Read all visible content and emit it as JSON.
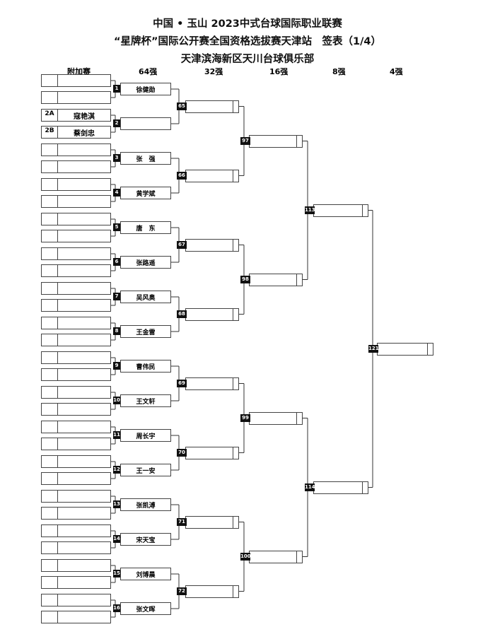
{
  "header": {
    "line1": "中国 • 玉山 2023中式台球国际职业联赛",
    "line2": "“星牌杯”国际公开赛全国资格选拔赛天津站　签表（1/4）",
    "line3": "天津滨海新区天川台球俱乐部"
  },
  "columns": [
    "附加赛",
    "64强",
    "32强",
    "16强",
    "8强",
    "4强"
  ],
  "playin": [
    {
      "code": "",
      "name": ""
    },
    {
      "code": "",
      "name": ""
    },
    {
      "code": "2A",
      "name": "寇艳淇"
    },
    {
      "code": "2B",
      "name": "蔡剑忠"
    },
    {
      "code": "",
      "name": ""
    },
    {
      "code": "",
      "name": ""
    },
    {
      "code": "",
      "name": ""
    },
    {
      "code": "",
      "name": ""
    },
    {
      "code": "",
      "name": ""
    },
    {
      "code": "",
      "name": ""
    },
    {
      "code": "",
      "name": ""
    },
    {
      "code": "",
      "name": ""
    },
    {
      "code": "",
      "name": ""
    },
    {
      "code": "",
      "name": ""
    },
    {
      "code": "",
      "name": ""
    },
    {
      "code": "",
      "name": ""
    },
    {
      "code": "",
      "name": ""
    },
    {
      "code": "",
      "name": ""
    },
    {
      "code": "",
      "name": ""
    },
    {
      "code": "",
      "name": ""
    },
    {
      "code": "",
      "name": ""
    },
    {
      "code": "",
      "name": ""
    },
    {
      "code": "",
      "name": ""
    },
    {
      "code": "",
      "name": ""
    },
    {
      "code": "",
      "name": ""
    },
    {
      "code": "",
      "name": ""
    },
    {
      "code": "",
      "name": ""
    },
    {
      "code": "",
      "name": ""
    },
    {
      "code": "",
      "name": ""
    },
    {
      "code": "",
      "name": ""
    },
    {
      "code": "",
      "name": ""
    },
    {
      "code": "",
      "name": ""
    }
  ],
  "r64": [
    {
      "num": "1",
      "name": "徐健勋"
    },
    {
      "num": "2",
      "name": ""
    },
    {
      "num": "3",
      "name": "张　强"
    },
    {
      "num": "4",
      "name": "黄学斌"
    },
    {
      "num": "5",
      "name": "唐　东"
    },
    {
      "num": "6",
      "name": "张路遥"
    },
    {
      "num": "7",
      "name": "吴风奥"
    },
    {
      "num": "8",
      "name": "王金雷"
    },
    {
      "num": "9",
      "name": "曹伟民"
    },
    {
      "num": "10",
      "name": "王文轩"
    },
    {
      "num": "11",
      "name": "周长宇"
    },
    {
      "num": "12",
      "name": "王一安"
    },
    {
      "num": "13",
      "name": "张凯溥"
    },
    {
      "num": "14",
      "name": "宋天宝"
    },
    {
      "num": "15",
      "name": "刘博晨"
    },
    {
      "num": "16",
      "name": "张文晖"
    }
  ],
  "r32": [
    "65",
    "66",
    "67",
    "68",
    "69",
    "70",
    "71",
    "72"
  ],
  "r16": [
    "97",
    "98",
    "99",
    "100"
  ],
  "r8": [
    "113",
    "114"
  ],
  "r4": [
    "121"
  ]
}
